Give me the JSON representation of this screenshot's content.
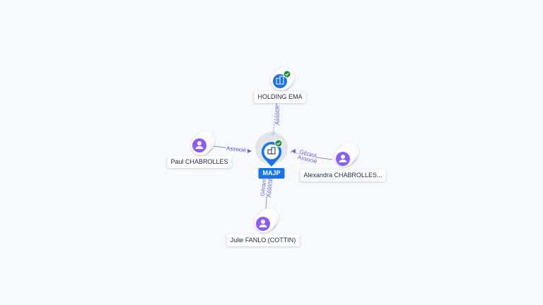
{
  "graph": {
    "center": {
      "name": "MAJP",
      "icon": "building-icon",
      "verified": true
    },
    "company": {
      "name": "HOLDING EMA",
      "icon": "building-icon",
      "verified": true
    },
    "persons": [
      {
        "name": "Paul CHABROLLES",
        "icon": "person-icon"
      },
      {
        "name": "Alexandra CHABROLLES...",
        "icon": "person-icon"
      },
      {
        "name": "Julie FANLO (COTTIN)",
        "icon": "person-icon"
      }
    ],
    "relations": {
      "holding": "Associé",
      "paul": "Associé",
      "alexandra_1": "Gérant",
      "alexandra_2": "Associé",
      "julie_1": "Gérant",
      "julie_2": "Associé"
    },
    "colors": {
      "company_blue": "#1a73e8",
      "person_purple": "#8b5cf6",
      "verified_green": "#1e8e3e",
      "relation_text": "#6f63d6"
    }
  }
}
